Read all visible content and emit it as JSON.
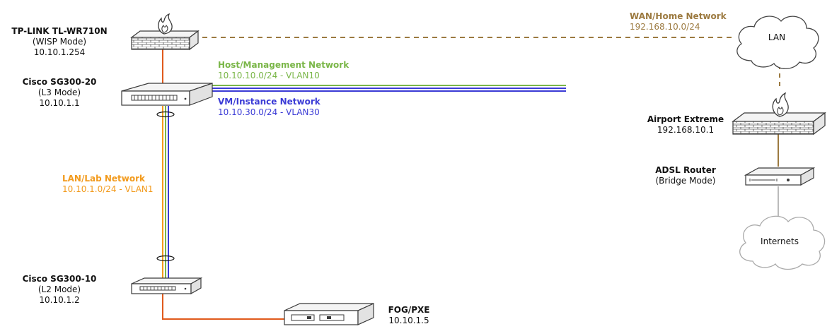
{
  "colors": {
    "orange": "#e05a1c",
    "green": "#7ab648",
    "blue": "#3b3bd6",
    "brown": "#9c7a40",
    "lan_orange": "#f29a1c",
    "gray": "#999999",
    "device_stroke": "#3a3a3a",
    "icon": "#555555"
  },
  "devices": {
    "tplink": {
      "name": "TP-LINK TL-WR710N",
      "mode": "(WISP Mode)",
      "ip": "10.10.1.254"
    },
    "sg300_20": {
      "name": "Cisco SG300-20",
      "mode": "(L3 Mode)",
      "ip": "10.10.1.1"
    },
    "sg300_10": {
      "name": "Cisco SG300-10",
      "mode": "(L2 Mode)",
      "ip": "10.10.1.2"
    },
    "fog": {
      "name": "FOG/PXE",
      "ip": "10.10.1.5"
    },
    "airport": {
      "name": "Airport Extreme",
      "ip": "192.168.10.1"
    },
    "adsl": {
      "name": "ADSL Router",
      "mode": "(Bridge Mode)"
    },
    "lan_cloud": {
      "label": "LAN"
    },
    "internet_cloud": {
      "label": "Internets"
    }
  },
  "networks": {
    "wan": {
      "name": "WAN/Home Network",
      "subnet": "192.168.10.0/24"
    },
    "host": {
      "name": "Host/Management Network",
      "subnet": "10.10.10.0/24 - VLAN10"
    },
    "vm": {
      "name": "VM/Instance Network",
      "subnet": "10.10.30.0/24 - VLAN30"
    },
    "lab": {
      "name": "LAN/Lab Network",
      "subnet": "10.10.1.0/24 - VLAN1"
    }
  }
}
